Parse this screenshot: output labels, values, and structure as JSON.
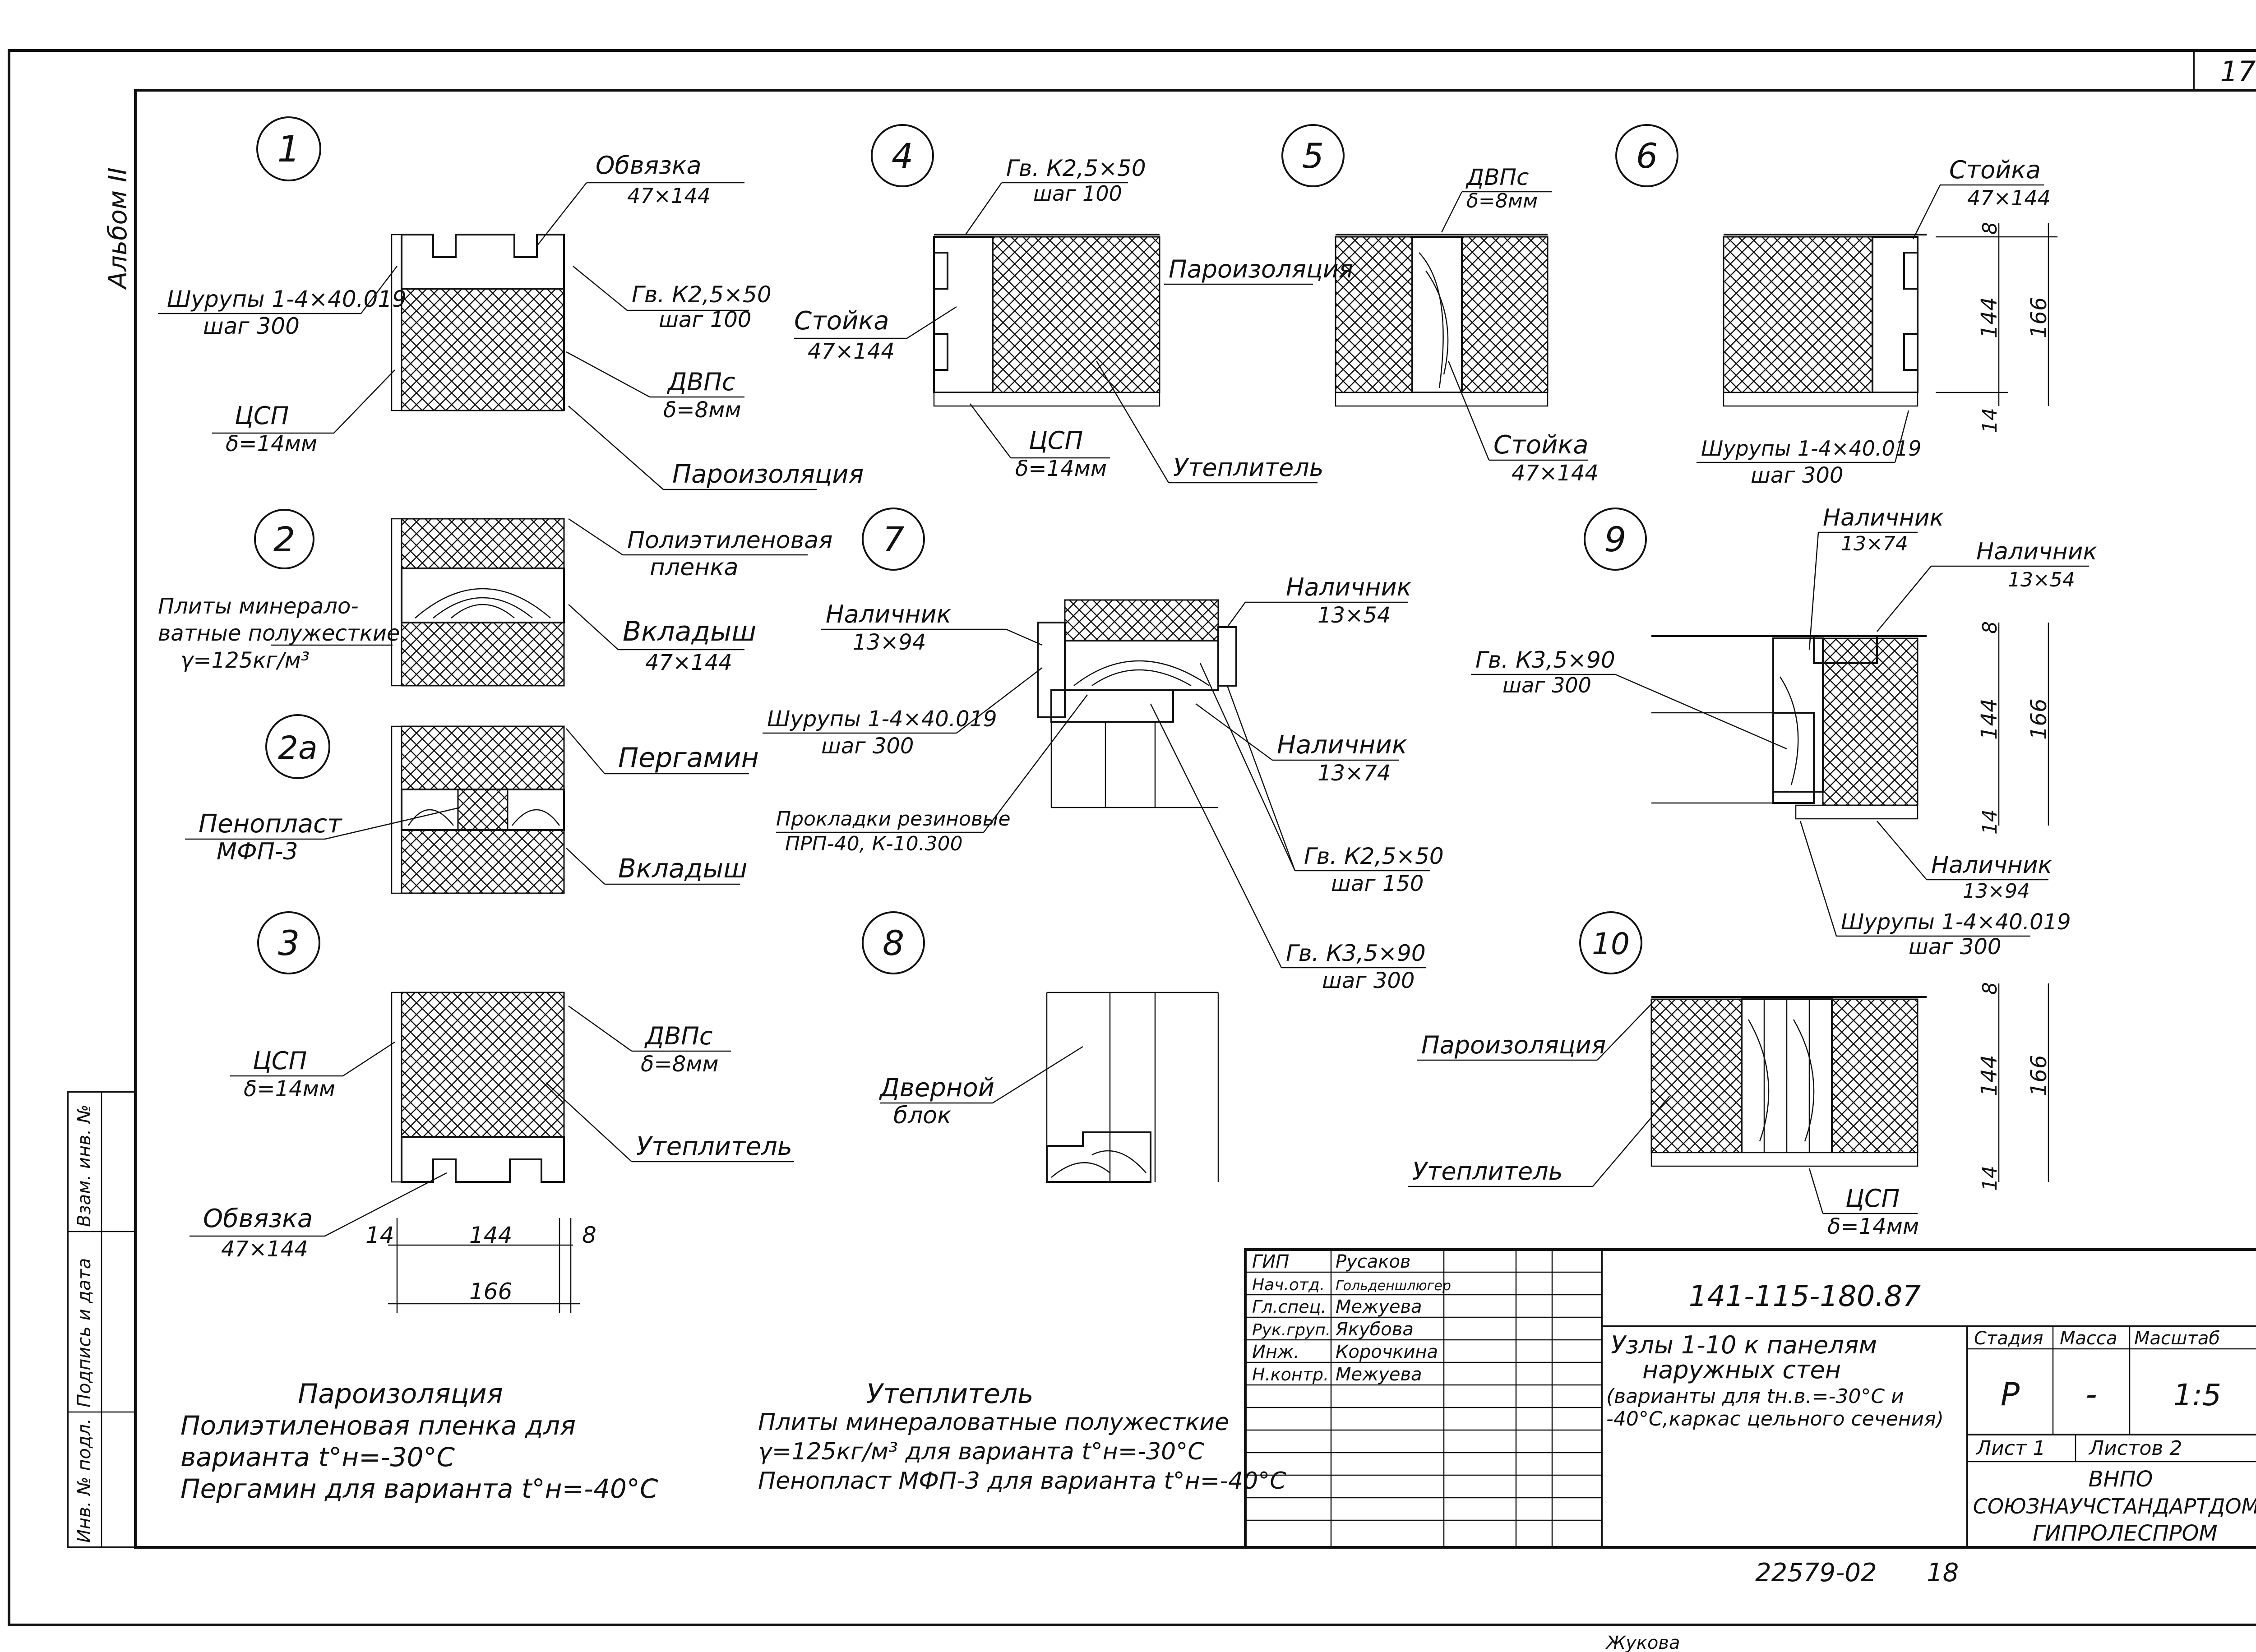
{
  "sheet": {
    "page_no": "17",
    "album": "Альбом II",
    "archive_no": "22579-02",
    "sheet_index": "18",
    "copied_by": "Жукова"
  },
  "side_stamp": [
    "Инв. № подл.",
    "Подпись и дата",
    "Взам. инв. №"
  ],
  "nodes": [
    "1",
    "2",
    "2а",
    "3",
    "4",
    "5",
    "6",
    "7",
    "8",
    "9",
    "10"
  ],
  "labels": {
    "n1_obvyazka": "Обвязка",
    "n1_obvyazka_size": "47×144",
    "n1_shurupy": "Шурупы 1-4×40.019",
    "n1_shag300": "шаг 300",
    "n1_gv": "Гв. К2,5×50",
    "n1_shag100": "шаг 100",
    "n1_csp": "ЦСП",
    "n1_d14": "δ=14мм",
    "n1_dvps": "ДВПс",
    "n1_d8": "δ=8мм",
    "n1_paroiz": "Пароизоляция",
    "n2_plenka1": "Полиэтиленовая",
    "n2_plenka2": "пленка",
    "n2_plity1": "Плиты минерало-",
    "n2_plity2": "ватные полужесткие",
    "n2_plity3": "γ=125кг/м³",
    "n2_vkladysh": "Вкладыш",
    "n2_vkl_size": "47×144",
    "n2a_pergamin": "Пергамин",
    "n2a_penoplast": "Пенопласт",
    "n2a_mfp": "МФП-3",
    "n2a_vkladysh": "Вкладыш",
    "n3_csp": "ЦСП",
    "n3_d14": "δ=14мм",
    "n3_dvps": "ДВПс",
    "n3_d8": "δ=8мм",
    "n3_uteplitel": "Утеплитель",
    "n3_obvyazka": "Обвязка",
    "n3_obv_size": "47×144",
    "dim_14": "14",
    "dim_144": "144",
    "dim_8": "8",
    "dim_166": "166",
    "n4_gv": "Гв. К2,5×50",
    "n4_shag100": "шаг 100",
    "n4_paroiz": "Пароизоляция",
    "n4_stoyka": "Стойка",
    "n4_st_size": "47×144",
    "n4_csp": "ЦСП",
    "n4_d14": "δ=14мм",
    "n4_uteplitel": "Утеплитель",
    "n5_dvps": "ДВПс",
    "n5_d8": "δ=8мм",
    "n5_stoyka": "Стойка",
    "n5_st_size": "47×144",
    "n6_stoyka": "Стойка",
    "n6_st_size": "47×144",
    "n6_shurupy": "Шурупы 1-4×40.019",
    "n6_shag300": "шаг 300",
    "n7_nal1": "Наличник",
    "n7_nal1_size": "13×94",
    "n7_nal2": "Наличник",
    "n7_nal2_size": "13×54",
    "n7_shurupy": "Шурупы 1-4×40.019",
    "n7_shag300": "шаг 300",
    "n7_nal3": "Наличник",
    "n7_nal3_size": "13×74",
    "n7_prokl1": "Прокладки резиновые",
    "n7_prokl2": "ПРП-40, К-10.300",
    "n7_gv1": "Гв. К2,5×50",
    "n7_shag150": "шаг 150",
    "n7_gv2": "Гв. К3,5×90",
    "n7_shag300b": "шаг 300",
    "n8_dver1": "Дверной",
    "n8_dver2": "блок",
    "n9_nal1": "Наличник",
    "n9_nal1_size": "13×74",
    "n9_nal2": "Наличник",
    "n9_nal2_size": "13×54",
    "n9_gv": "Гв. К3,5×90",
    "n9_shag300": "шаг 300",
    "n9_nal3": "Наличник",
    "n9_nal3_size": "13×94",
    "n9_shurupy": "Шурупы 1-4×40.019",
    "n9_shag300b": "шаг 300",
    "n10_paroiz": "Пароизоляция",
    "n10_uteplitel": "Утеплитель",
    "n10_csp": "ЦСП",
    "n10_d14": "δ=14мм"
  },
  "notes": {
    "paroiz_title": "Пароизоляция",
    "paroiz_1": "Полиэтиленовая пленка для",
    "paroiz_2": "варианта t°н=-30°С",
    "paroiz_3": "Пергамин для варианта t°н=-40°С",
    "utepl_title": "Утеплитель",
    "utepl_1": "Плиты минераловатные полужесткие",
    "utepl_2": "γ=125кг/м³ для варианта t°н=-30°С",
    "utepl_3": "Пенопласт МФП-3 для варианта t°н=-40°С"
  },
  "title_block": {
    "code": "141-115-180.87",
    "title_1": "Узлы 1-10 к панелям",
    "title_2": "наружных стен",
    "title_3": "(варианты для tн.в.=-30°С и",
    "title_4": "-40°С,каркас цельного сечения)",
    "stage_h": "Стадия",
    "mass_h": "Масса",
    "scale_h": "Масштаб",
    "stage": "Р",
    "mass": "-",
    "scale": "1:5",
    "sheet": "Лист 1",
    "sheets": "Листов 2",
    "org_1": "ВНПО",
    "org_2": "СОЮЗНАУЧСТАНДАРТДОМ",
    "org_3": "ГИПРОЛЕСПРОМ",
    "signers": [
      {
        "role": "ГИП",
        "name": "Русаков"
      },
      {
        "role": "Нач.отд.",
        "name": "Гольденшлюгер"
      },
      {
        "role": "Гл.спец.",
        "name": "Межуева"
      },
      {
        "role": "Рук.груп.",
        "name": "Якубова"
      },
      {
        "role": "Инж.",
        "name": "Корочкина"
      },
      {
        "role": "Н.контр.",
        "name": "Межуева"
      }
    ]
  }
}
